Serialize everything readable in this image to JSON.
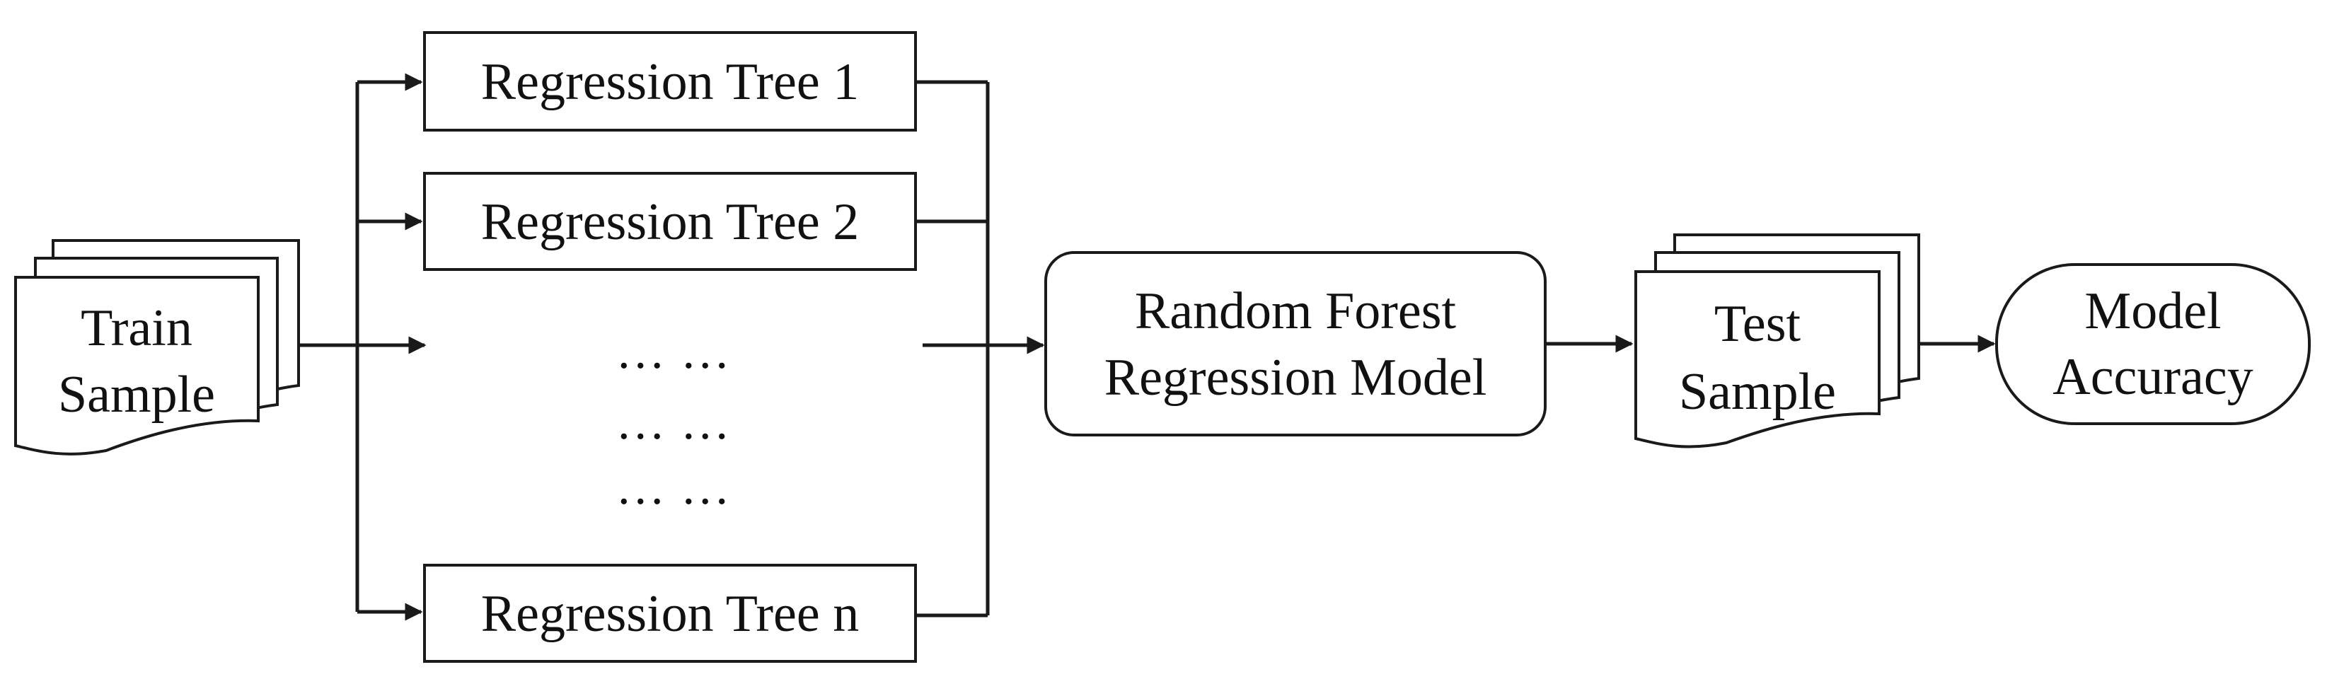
{
  "diagram": {
    "train_sample": {
      "line1": "Train",
      "line2": "Sample"
    },
    "trees": {
      "tree1": "Regression Tree 1",
      "tree2": "Regression Tree 2",
      "treen": "Regression Tree n",
      "ellipsis": [
        "… …",
        "… …",
        "… …"
      ]
    },
    "model": {
      "line1": "Random Forest",
      "line2": "Regression Model"
    },
    "test_sample": {
      "line1": "Test",
      "line2": "Sample"
    },
    "accuracy": {
      "line1": "Model",
      "line2": "Accuracy"
    }
  }
}
